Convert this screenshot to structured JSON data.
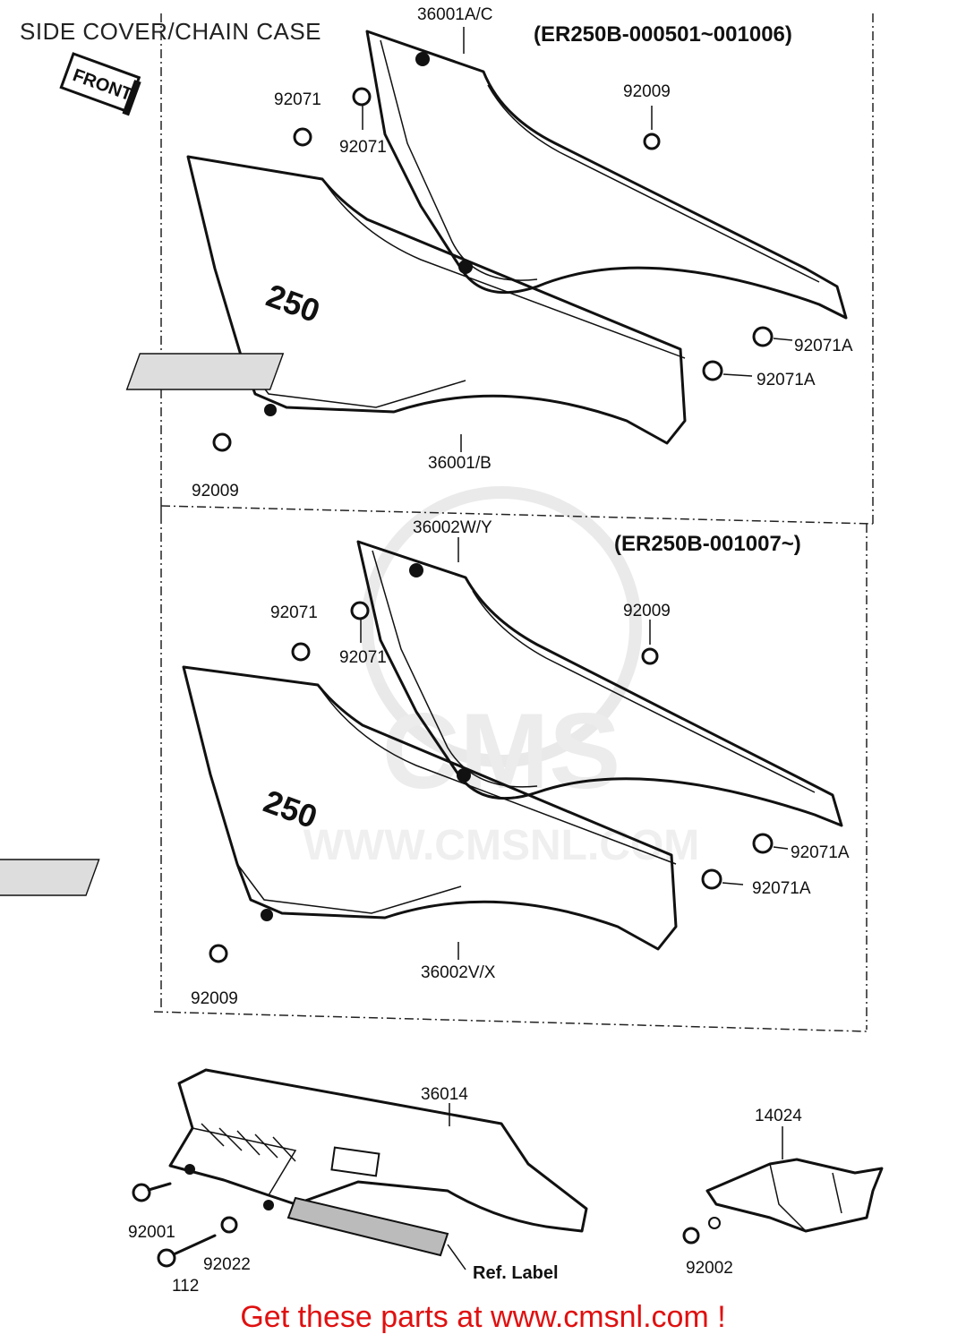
{
  "header": {
    "title": "SIDE COVER/CHAIN CASE"
  },
  "front_tag": "FRONT",
  "sections": [
    {
      "range": "(ER250B-000501~001006)"
    },
    {
      "range": "(ER250B-001007~)"
    }
  ],
  "part_labels": {
    "s1_36001AC": "36001A/C",
    "s1_92071_a": "92071",
    "s1_92071_b": "92071",
    "s1_92009_top": "92009",
    "s1_92071A_a": "92071A",
    "s1_92071A_b": "92071A",
    "s1_36001B": "36001/B",
    "s1_92009_bot": "92009",
    "s2_36002WY": "36002W/Y",
    "s2_92071_a": "92071",
    "s2_92071_b": "92071",
    "s2_92009_top": "92009",
    "s2_92071A_a": "92071A",
    "s2_92071A_b": "92071A",
    "s2_36002VX": "36002V/X",
    "s2_92009_bot": "92009",
    "c_36014": "36014",
    "c_14024": "14024",
    "c_92001": "92001",
    "c_92022": "92022",
    "c_112": "112",
    "c_92002": "92002",
    "c_ref_label": "Ref. Label"
  },
  "decal_text": "250",
  "watermark": {
    "logo": "CMS",
    "url": "WWW.CMSNL.COM"
  },
  "footer": {
    "cta": "Get these parts at www.cmsnl.com !"
  },
  "colors": {
    "line": "#111111",
    "cta": "#e01010",
    "watermark": "#d8d8d8"
  }
}
